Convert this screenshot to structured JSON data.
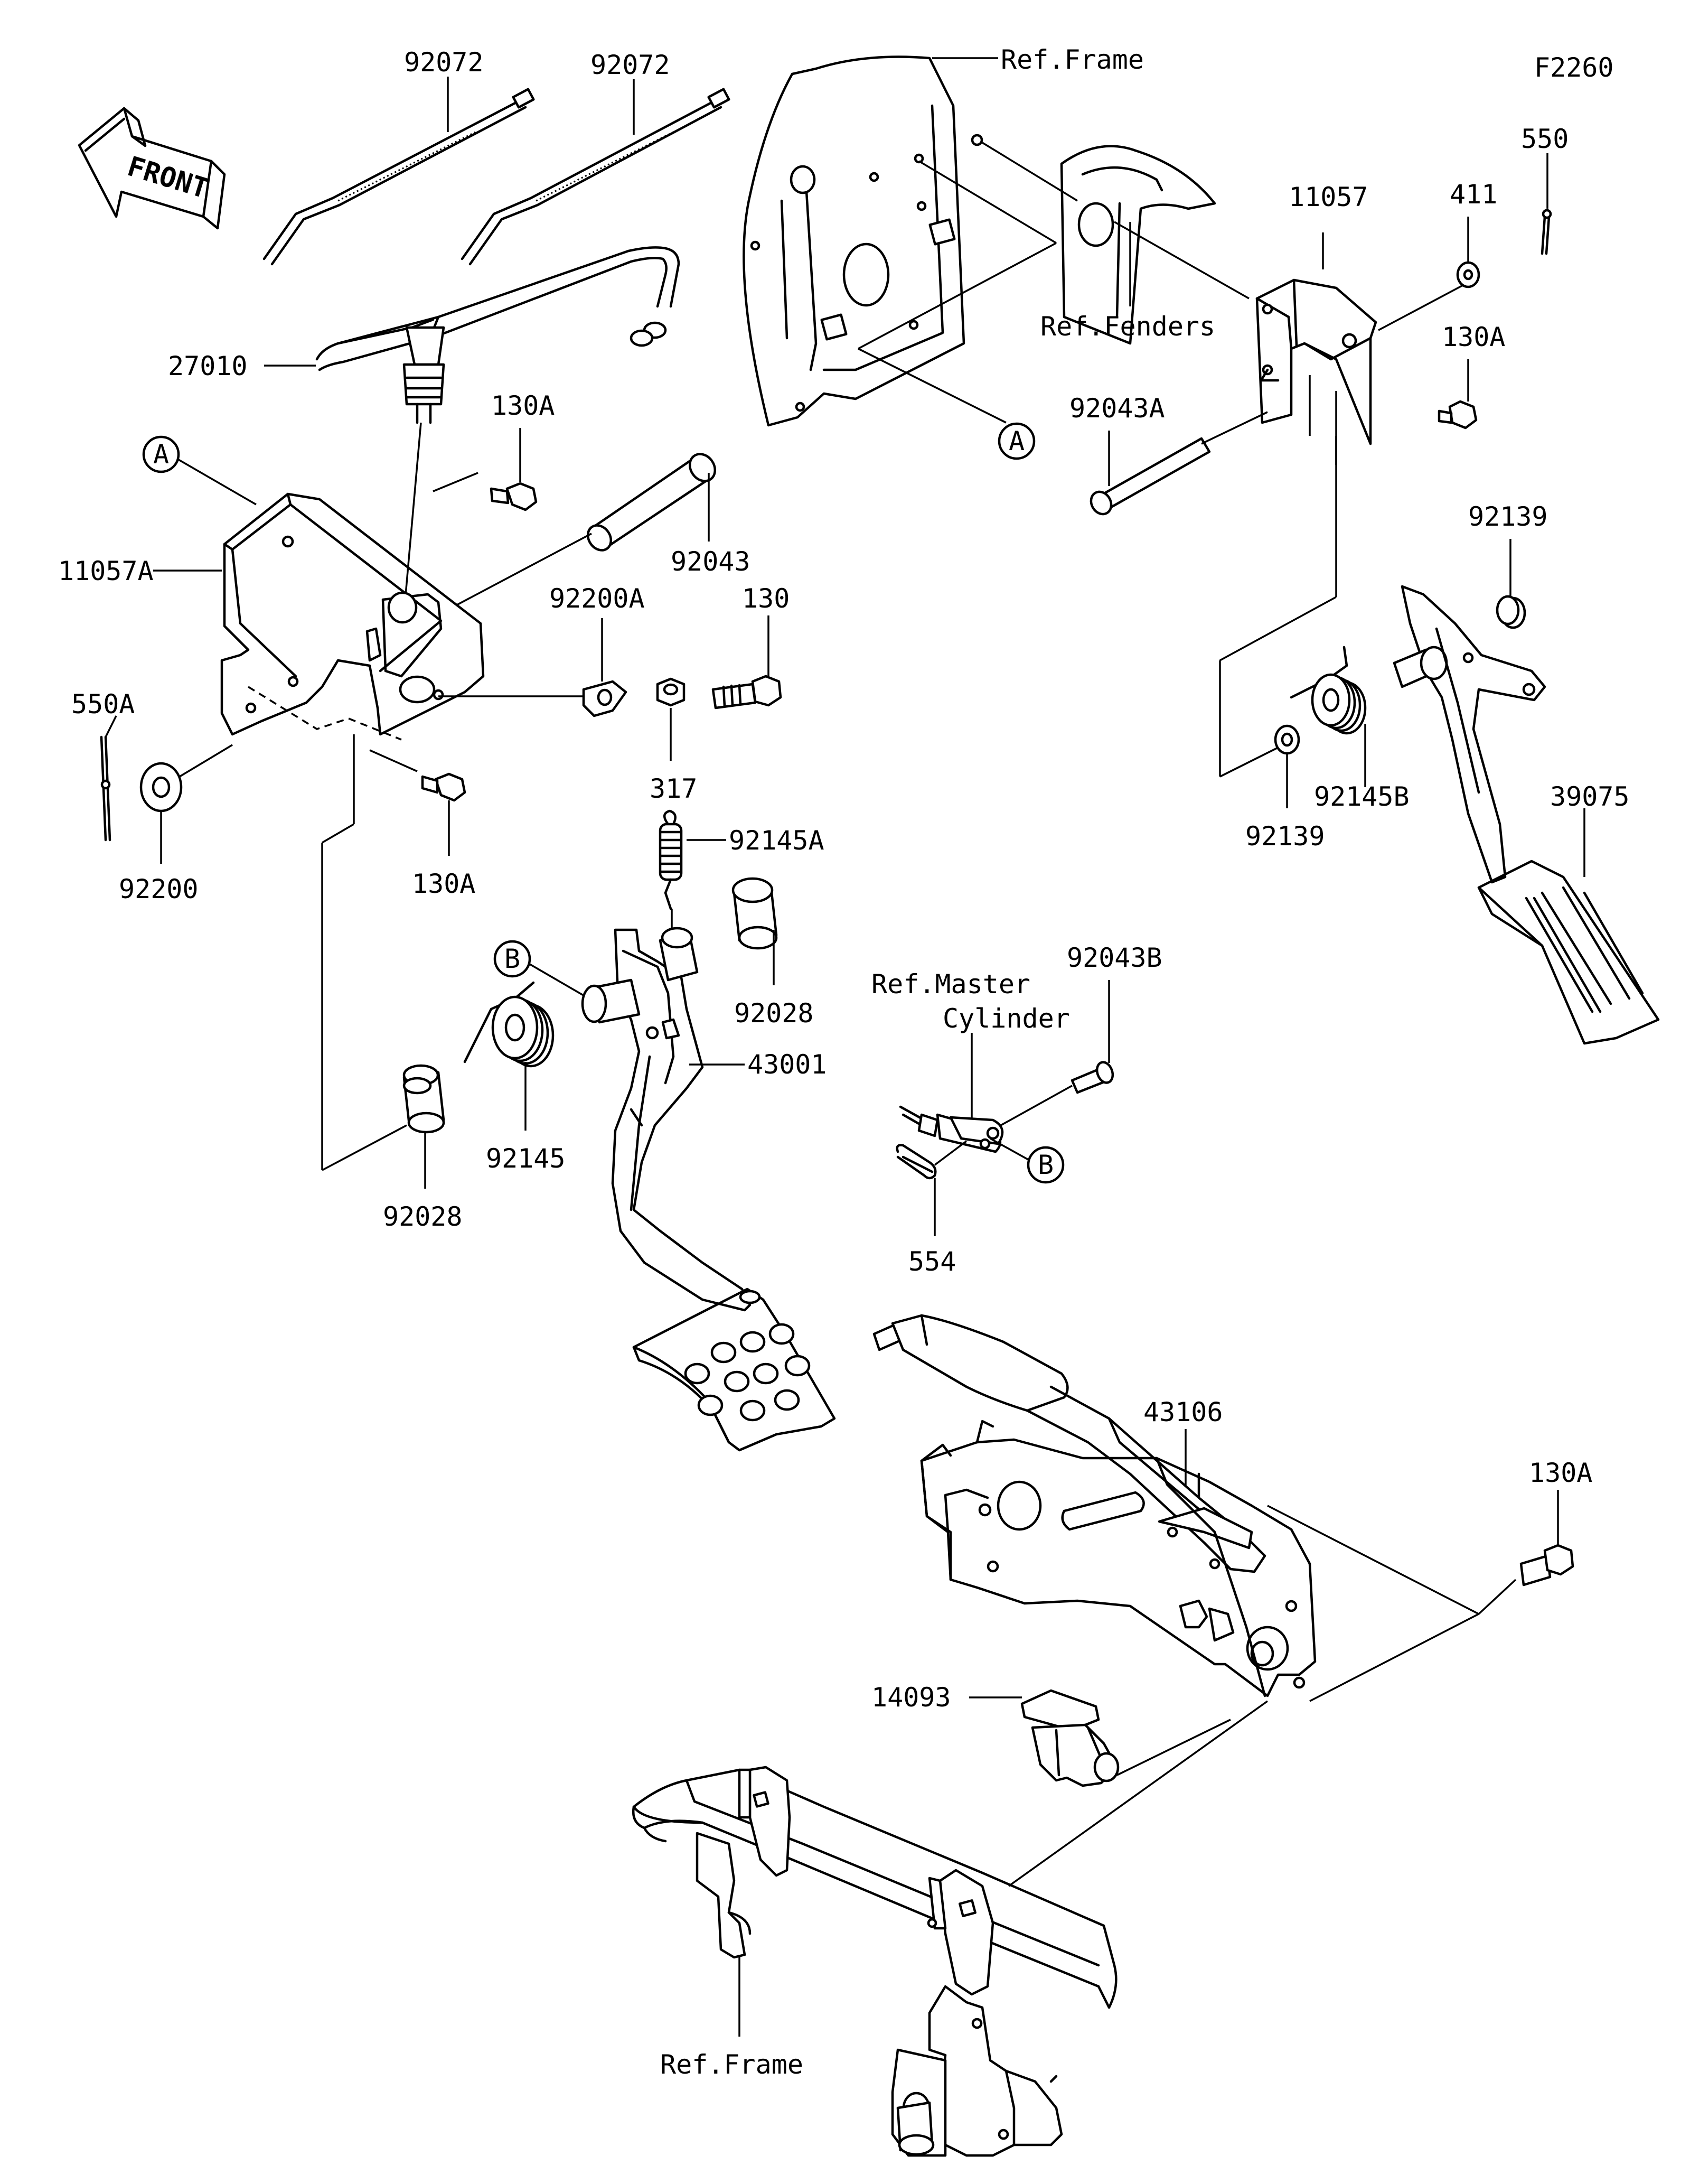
{
  "figure_code": "F2260",
  "front_arrow": "FRONT",
  "callouts": {
    "A": "A",
    "B": "B"
  },
  "labels": {
    "cable_tie_1": "92072",
    "cable_tie_2": "92072",
    "ref_frame_top": "Ref.Frame",
    "ref_fenders": "Ref.Fenders",
    "ref_frame_bottom": "Ref.Frame",
    "ref_master_1": "Ref.Master",
    "ref_master_2": "Cylinder",
    "pipe": "27010",
    "bolt_130A_1": "130A",
    "bracket_11057A": "11057A",
    "pin_92043": "92043",
    "washer_92200A": "92200A",
    "bolt_130": "130",
    "nut_317": "317",
    "pin_550A": "550A",
    "washer_92200": "92200",
    "bolt_130A_2": "130A",
    "spring_92145A": "92145A",
    "collar_92028_1": "92028",
    "brake_pedal": "43001",
    "spring_92145": "92145",
    "collar_92028_2": "92028",
    "bracket_11057": "11057",
    "washer_411": "411",
    "pin_550": "550",
    "bolt_130A_3": "130A",
    "pin_92043A": "92043A",
    "collar_92139_1": "92139",
    "spring_92145B": "92145B",
    "collar_92139_2": "92139",
    "accel_pedal": "39075",
    "pin_92043B": "92043B",
    "cotter_554": "554",
    "parking_lever": "43106",
    "bolt_130A_4": "130A",
    "switch_14093": "14093"
  }
}
